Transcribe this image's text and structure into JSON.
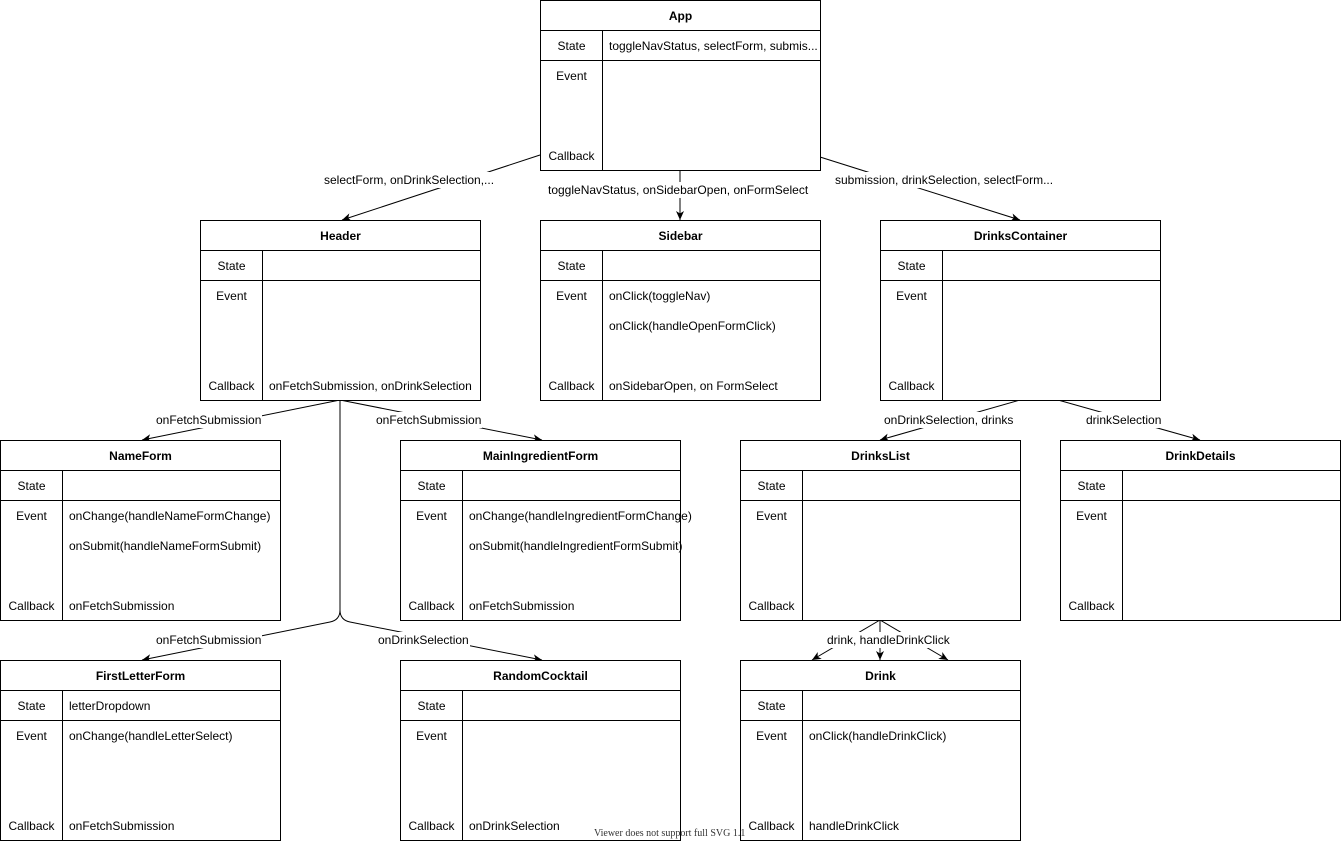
{
  "components": [
    {
      "id": "app",
      "title": "App",
      "state": "toggleNavStatus, selectForm, submis...",
      "events": [],
      "callback": ""
    },
    {
      "id": "header",
      "title": "Header",
      "state": "",
      "events": [],
      "callback": "onFetchSubmission, onDrinkSelection"
    },
    {
      "id": "sidebar",
      "title": "Sidebar",
      "state": "",
      "events": [
        "onClick(toggleNav)",
        "onClick(handleOpenFormClick)"
      ],
      "callback": "onSidebarOpen, on FormSelect"
    },
    {
      "id": "drinks-container",
      "title": "DrinksContainer",
      "state": "",
      "events": [],
      "callback": ""
    },
    {
      "id": "name-form",
      "title": "NameForm",
      "state": "",
      "events": [
        "onChange(handleNameFormChange)",
        "onSubmit(handleNameFormSubmit)"
      ],
      "callback": "onFetchSubmission"
    },
    {
      "id": "main-ingredient-form",
      "title": "MainIngredientForm",
      "state": "",
      "events": [
        "onChange(handleIngredientFormChange)",
        "onSubmit(handleIngredientFormSubmit)"
      ],
      "callback": "onFetchSubmission"
    },
    {
      "id": "drinks-list",
      "title": "DrinksList",
      "state": "",
      "events": [],
      "callback": ""
    },
    {
      "id": "drink-details",
      "title": "DrinkDetails",
      "state": "",
      "events": [],
      "callback": ""
    },
    {
      "id": "first-letter-form",
      "title": "FirstLetterForm",
      "state": "letterDropdown",
      "events": [
        "onChange(handleLetterSelect)"
      ],
      "callback": "onFetchSubmission"
    },
    {
      "id": "random-cocktail",
      "title": "RandomCocktail",
      "state": "",
      "events": [],
      "callback": "onDrinkSelection"
    },
    {
      "id": "drink",
      "title": "Drink",
      "state": "",
      "events": [
        "onClick(handleDrinkClick)"
      ],
      "callback": "handleDrinkClick"
    }
  ],
  "row_labels": {
    "state": "State",
    "event": "Event",
    "callback": "Callback"
  },
  "edges": [
    {
      "id": "app-header",
      "label": "selectForm, onDrinkSelection,..."
    },
    {
      "id": "app-sidebar",
      "label": "toggleNavStatus, onSidebarOpen, onFormSelect"
    },
    {
      "id": "app-drinks-container",
      "label": "submission, drinkSelection, selectForm..."
    },
    {
      "id": "header-name-form",
      "label": "onFetchSubmission"
    },
    {
      "id": "header-main-ingredient-form",
      "label": "onFetchSubmission"
    },
    {
      "id": "header-first-letter-form",
      "label": "onFetchSubmission"
    },
    {
      "id": "header-random-cocktail",
      "label": "onDrinkSelection"
    },
    {
      "id": "drinks-container-drinks-list",
      "label": "onDrinkSelection, drinks"
    },
    {
      "id": "drinks-container-drink-details",
      "label": "drinkSelection"
    },
    {
      "id": "drinks-list-drink",
      "label": "drink, handleDrinkClick"
    }
  ],
  "footer_note": "Viewer does not support full SVG 1.1",
  "colors": {
    "stroke": "#000000",
    "background": "#ffffff"
  }
}
